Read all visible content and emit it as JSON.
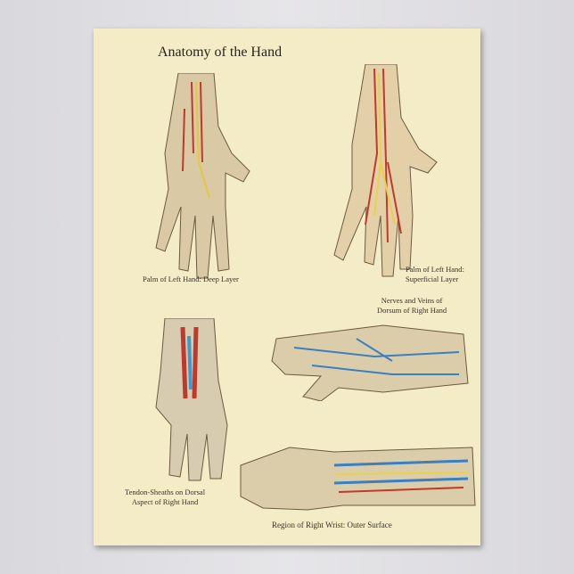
{
  "poster": {
    "title": "Anatomy of the Hand",
    "background_color": "#f3ecc7",
    "figures": [
      {
        "caption": "Palm of Left Hand: Deep Layer"
      },
      {
        "caption_lines": [
          "Palm of Left Hand:",
          "Superficial Layer"
        ]
      },
      {
        "caption_lines": [
          "Nerves and Veins of",
          "Dorsum of Right Hand"
        ]
      },
      {
        "caption_lines": [
          "Tendon-Sheaths on Dorsal",
          "Aspect of Right Hand"
        ]
      },
      {
        "caption": "Region of Right Wrist: Outer Surface"
      }
    ]
  }
}
